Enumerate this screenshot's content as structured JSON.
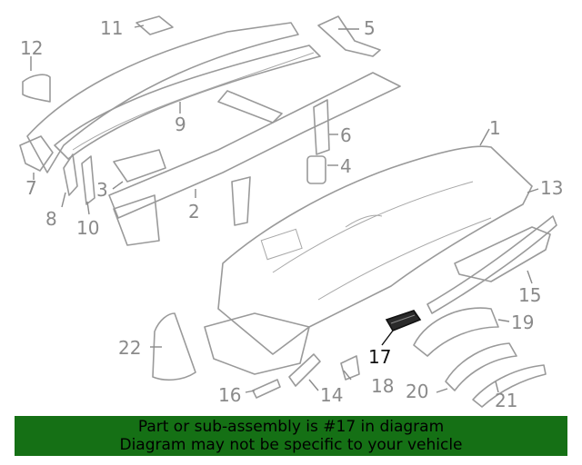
{
  "diagram": {
    "highlight_color": "#111111",
    "label_color": "#8a8a8a",
    "callouts": [
      "1",
      "2",
      "3",
      "4",
      "5",
      "6",
      "7",
      "8",
      "9",
      "10",
      "11",
      "12",
      "13",
      "14",
      "15",
      "16",
      "17",
      "18",
      "19",
      "20",
      "21",
      "22"
    ],
    "highlighted_callout": "17"
  },
  "banner": {
    "line1": "Part or sub-assembly is #17 in diagram",
    "line2": "Diagram may not be specific to your vehicle",
    "background": "#157015"
  }
}
